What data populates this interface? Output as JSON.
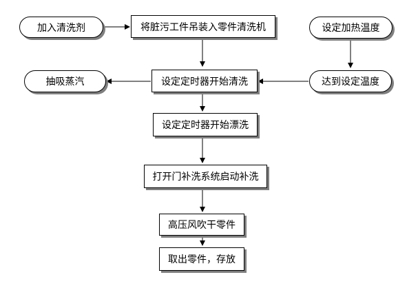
{
  "nodes": {
    "add_detergent": "加入清洗剂",
    "load_parts": "将脏污工件吊装入零件清洗机",
    "set_heating_temp": "设定加热温度",
    "extract_steam": "抽吸蒸汽",
    "timer_clean": "设定定时器开始清洗",
    "reach_temp": "达到设定温度",
    "timer_rinse": "设定定时器开始漂洗",
    "open_door": "打开门补洗系统启动补洗",
    "blow_dry": "高压风吹干零件",
    "take_out": "取出零件，存放"
  }
}
